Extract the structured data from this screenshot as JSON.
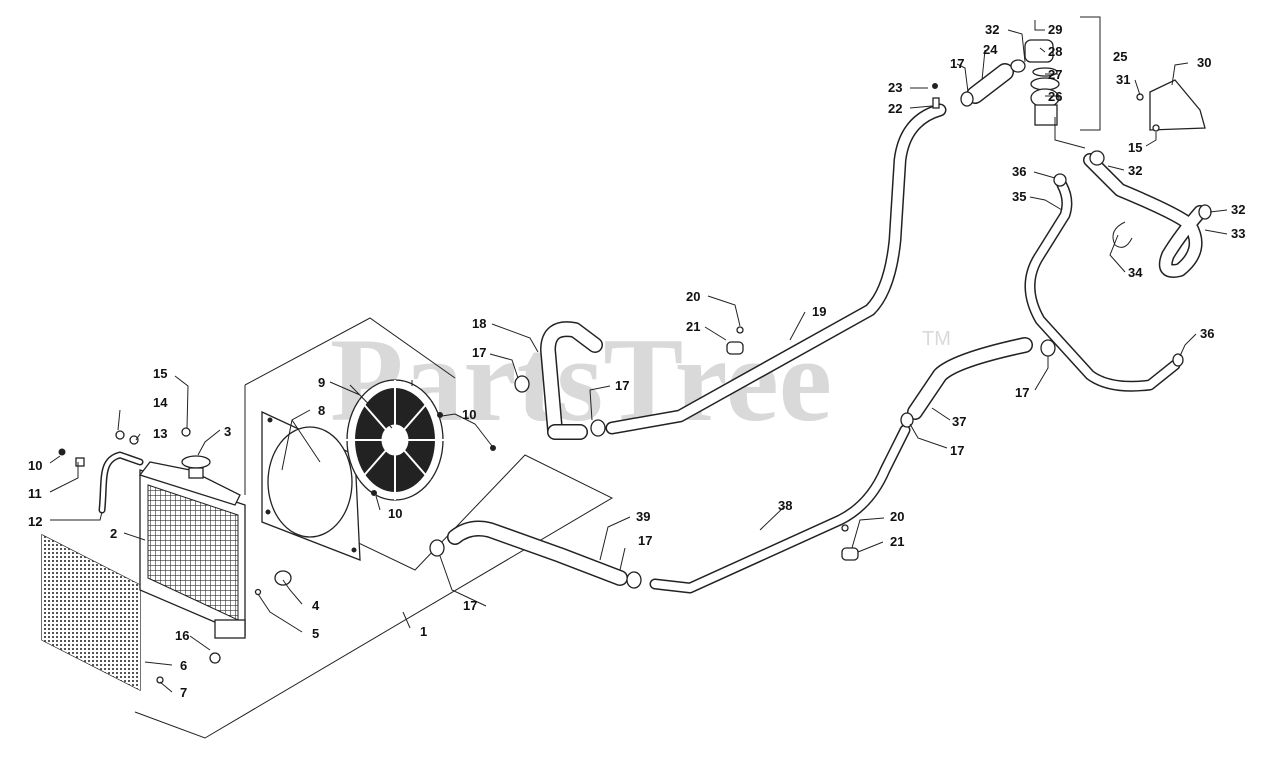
{
  "watermark": {
    "text": "PartsTree",
    "tm": "TM"
  },
  "callouts": [
    "1",
    "2",
    "3",
    "4",
    "5",
    "6",
    "7",
    "8",
    "9",
    "10",
    "10",
    "10",
    "10",
    "11",
    "12",
    "13",
    "14",
    "15",
    "15",
    "16",
    "17",
    "17",
    "17",
    "17",
    "17",
    "17",
    "17",
    "17",
    "18",
    "19",
    "20",
    "20",
    "21",
    "21",
    "22",
    "23",
    "24",
    "25",
    "26",
    "27",
    "28",
    "29",
    "30",
    "31",
    "32",
    "32",
    "32",
    "33",
    "34",
    "35",
    "36",
    "36",
    "37",
    "38",
    "39"
  ]
}
